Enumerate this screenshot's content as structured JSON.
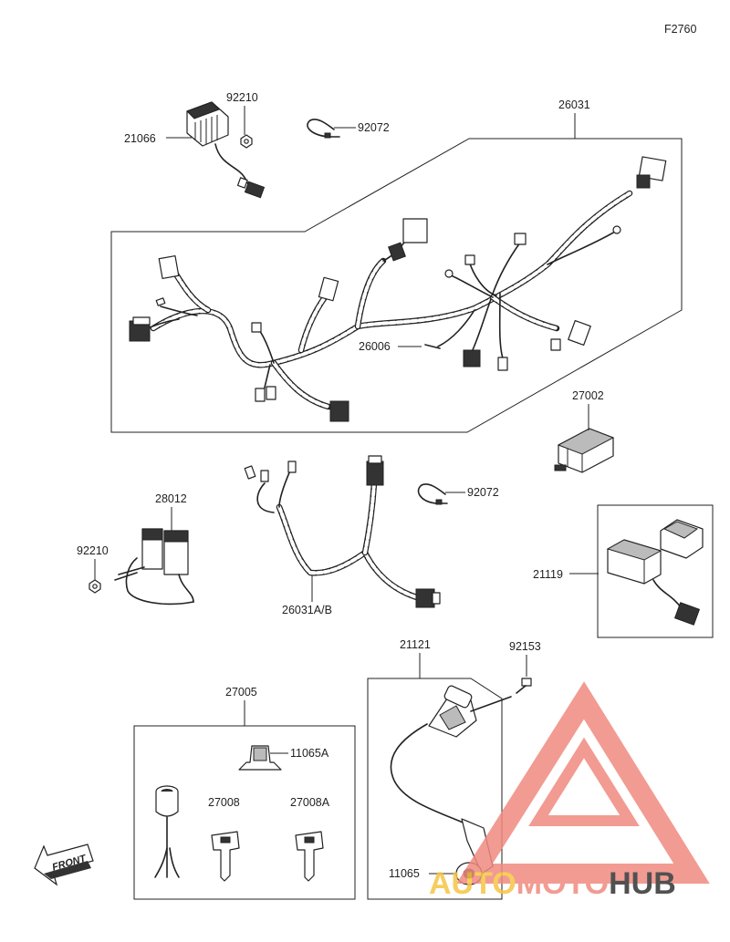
{
  "diagram_code": "F2760",
  "callouts": {
    "c21066": "21066",
    "c92210_top": "92210",
    "c92072_top": "92072",
    "c26031": "26031",
    "c26006": "26006",
    "c27002": "27002",
    "c28012": "28012",
    "c92210_left": "92210",
    "c26031ab": "26031A/B",
    "c92072_mid": "92072",
    "c21119": "21119",
    "c21121": "21121",
    "c92153": "92153",
    "c27005": "27005",
    "c11065a": "11065A",
    "c27008": "27008",
    "c27008a": "27008A",
    "c11065": "11065"
  },
  "front_badge": "FRONT",
  "watermark": {
    "part1": "AUTO",
    "part2": "MOTO",
    "part3": "HUB",
    "color_primary": "#f08a80",
    "color_secondary": "#f5c542",
    "color_dark": "#333333"
  }
}
